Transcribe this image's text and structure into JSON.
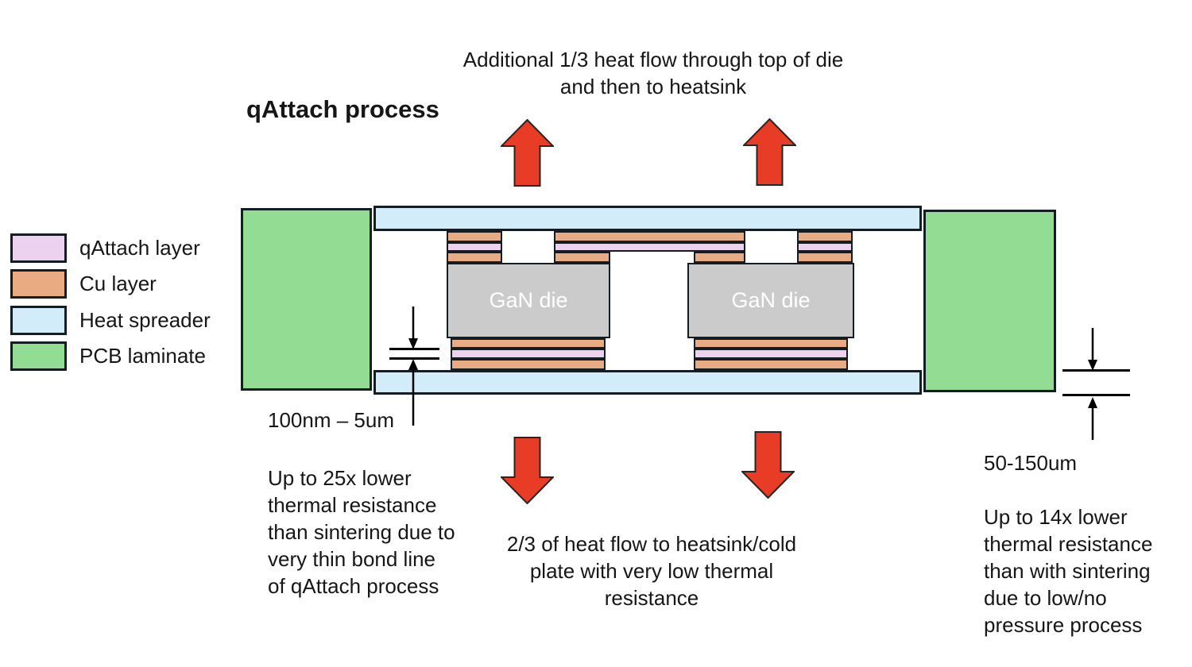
{
  "title": "qAttach process",
  "colors": {
    "qattach": "#ecd2ee",
    "cu": "#e9ac82",
    "heat_spreader": "#d3ecf9",
    "pcb": "#93dc94",
    "die": "#cbcbcb",
    "arrow_red": "#e83c26",
    "outline": "#141d24"
  },
  "legend": {
    "items": [
      {
        "label": "qAttach layer",
        "color": "#ecd2ee"
      },
      {
        "label": "Cu layer",
        "color": "#e9ac82"
      },
      {
        "label": "Heat spreader",
        "color": "#d3ecf9"
      },
      {
        "label": "PCB laminate",
        "color": "#93dc94"
      }
    ]
  },
  "diagram": {
    "die_label": "GaN die"
  },
  "dimensions": {
    "bond_line": "100nm – 5um",
    "spreader_thickness": "50-150um"
  },
  "annotations": {
    "top": "Additional 1/3 heat flow through top of die\nand then to heatsink",
    "left": "Up to 25x lower\nthermal resistance\nthan sintering due to\nvery thin bond line\nof qAttach process",
    "bottom_center": "2/3 of heat flow to heatsink/cold\nplate with very low thermal\nresistance",
    "right": "Up to 14x lower\nthermal resistance\nthan with sintering\ndue to low/no\npressure process"
  }
}
